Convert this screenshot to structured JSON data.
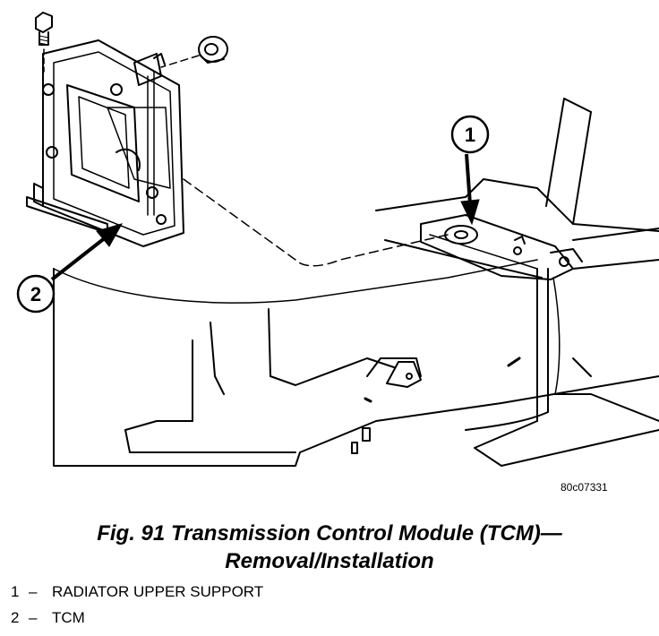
{
  "figure": {
    "reference_id": "80c07331",
    "caption_line1": "Fig. 91 Transmission Control Module (TCM)—",
    "caption_line2": "Removal/Installation"
  },
  "callouts": [
    {
      "number": "1"
    },
    {
      "number": "2"
    }
  ],
  "legend": [
    {
      "number": "1",
      "separator": "–",
      "text": "RADIATOR UPPER SUPPORT"
    },
    {
      "number": "2",
      "separator": "–",
      "text": "TCM"
    }
  ]
}
